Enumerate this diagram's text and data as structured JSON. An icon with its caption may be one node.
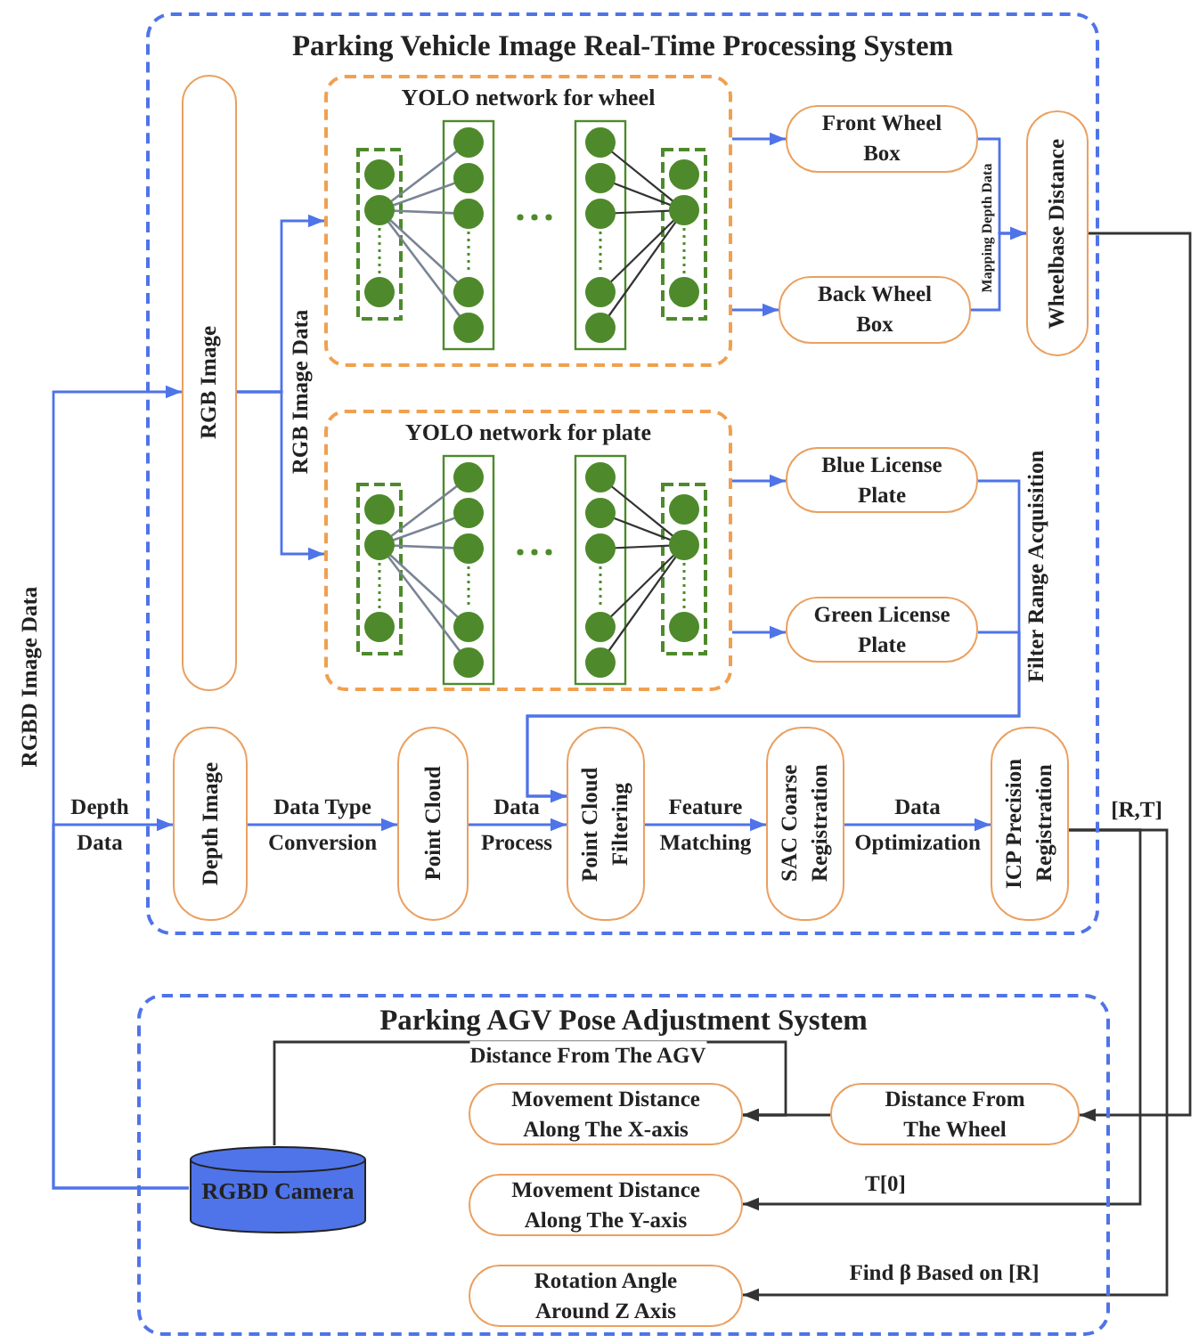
{
  "diagram": {
    "nodes": [
      {
        "text": [
          "Parking Vehicle Image Real-Time Processing System"
        ]
      },
      {
        "text": [
          "RGB Image"
        ],
        "in": 0
      },
      {
        "text": [
          "YOLO network for wheel"
        ],
        "in": 0
      },
      {
        "text": [
          "Front Wheel Box"
        ],
        "in": 0
      },
      {
        "text": [
          "Back Wheel Box"
        ],
        "in": 0
      },
      {
        "text": [
          "Wheelbase Distance"
        ],
        "in": 0
      },
      {
        "text": [
          "YOLO network for plate"
        ],
        "in": 0
      },
      {
        "text": [
          "Blue License Plate"
        ],
        "in": 0
      },
      {
        "text": [
          "Green License Plate"
        ],
        "in": 0
      },
      {
        "text": [
          "Depth Image"
        ],
        "in": 0
      },
      {
        "text": [
          "Point Cloud"
        ],
        "in": 0
      },
      {
        "text": [
          "Point Cloud Filtering"
        ],
        "in": 0
      },
      {
        "text": [
          "SAC Coarse Registration"
        ],
        "in": 0
      },
      {
        "text": [
          "ICP Precision Registration"
        ],
        "in": 0
      },
      {
        "text": [
          "Parking AGV Pose Adjustment System"
        ]
      },
      {
        "text": [
          "RGBD Camera"
        ],
        "in": 14
      },
      {
        "text": [
          "Movement Distance Along The X-axis"
        ],
        "in": 14
      },
      {
        "text": [
          "Distance From The Wheel"
        ],
        "in": 14
      },
      {
        "text": [
          "Movement Distance Along The Y-axis"
        ],
        "in": 14
      },
      {
        "text": [
          "Rotation Angle Around Z Axis"
        ],
        "in": 14
      }
    ],
    "edges": [
      {
        "from": 15,
        "to": 1,
        "arrow": "to",
        "label": "RGBD Image Data"
      },
      {
        "from": 15,
        "to": 9,
        "arrow": "to",
        "label": "Depth Data"
      },
      {
        "from": 1,
        "to": 2,
        "arrow": "to",
        "label": "RGB Image Data"
      },
      {
        "from": 1,
        "to": 6,
        "arrow": "to"
      },
      {
        "from": 2,
        "to": 3,
        "arrow": "to"
      },
      {
        "from": 2,
        "to": 4,
        "arrow": "to"
      },
      {
        "from": 3,
        "to": 5,
        "arrow": "to",
        "label": "Mapping Depth Data"
      },
      {
        "from": 4,
        "to": 5,
        "arrow": "to"
      },
      {
        "from": 6,
        "to": 7,
        "arrow": "to"
      },
      {
        "from": 6,
        "to": 8,
        "arrow": "to"
      },
      {
        "from": 7,
        "to": 11,
        "arrow": "to",
        "label": "Filter Range Acquisition"
      },
      {
        "from": 8,
        "to": 11,
        "arrow": "to"
      },
      {
        "from": 9,
        "to": 10,
        "arrow": "to",
        "label": "Data Type Conversion"
      },
      {
        "from": 10,
        "to": 11,
        "arrow": "to",
        "label": "Data Process"
      },
      {
        "from": 11,
        "to": 12,
        "arrow": "to",
        "label": "Feature Matching"
      },
      {
        "from": 12,
        "to": 13,
        "arrow": "to",
        "label": "Data Optimization"
      },
      {
        "from": 5,
        "to": 17,
        "arrow": "to",
        "color": "#333333"
      },
      {
        "from": 13,
        "to": 18,
        "arrow": "to",
        "label": "T[0]",
        "color": "#333333"
      },
      {
        "from": 13,
        "to": 19,
        "arrow": "to",
        "label": "Find β Based on [R]",
        "color": "#333333"
      },
      {
        "from": 17,
        "to": 16,
        "arrow": "to",
        "color": "#333333"
      },
      {
        "from": 15,
        "to": 16,
        "arrow": "to",
        "label": "Distance From The AGV",
        "color": "#333333"
      }
    ],
    "labels": [
      "[R,T]"
    ]
  }
}
